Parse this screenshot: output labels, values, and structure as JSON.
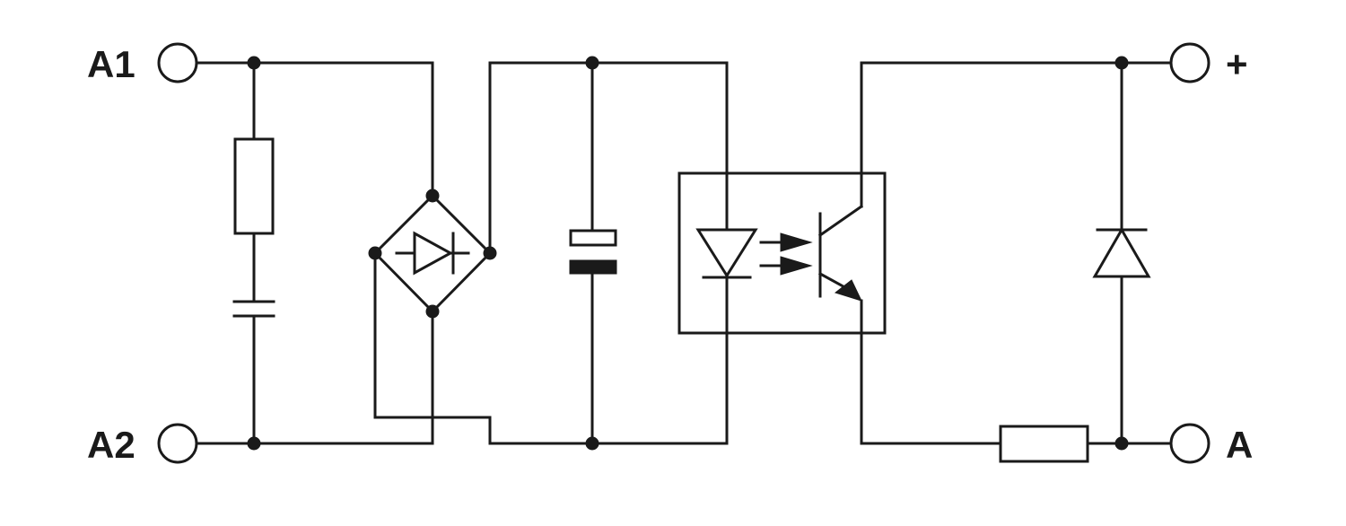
{
  "terminals": {
    "a1": "A1",
    "a2": "A2",
    "plus": "+",
    "a": "A"
  },
  "colors": {
    "line": "#1a1a1a",
    "background": "#ffffff"
  }
}
